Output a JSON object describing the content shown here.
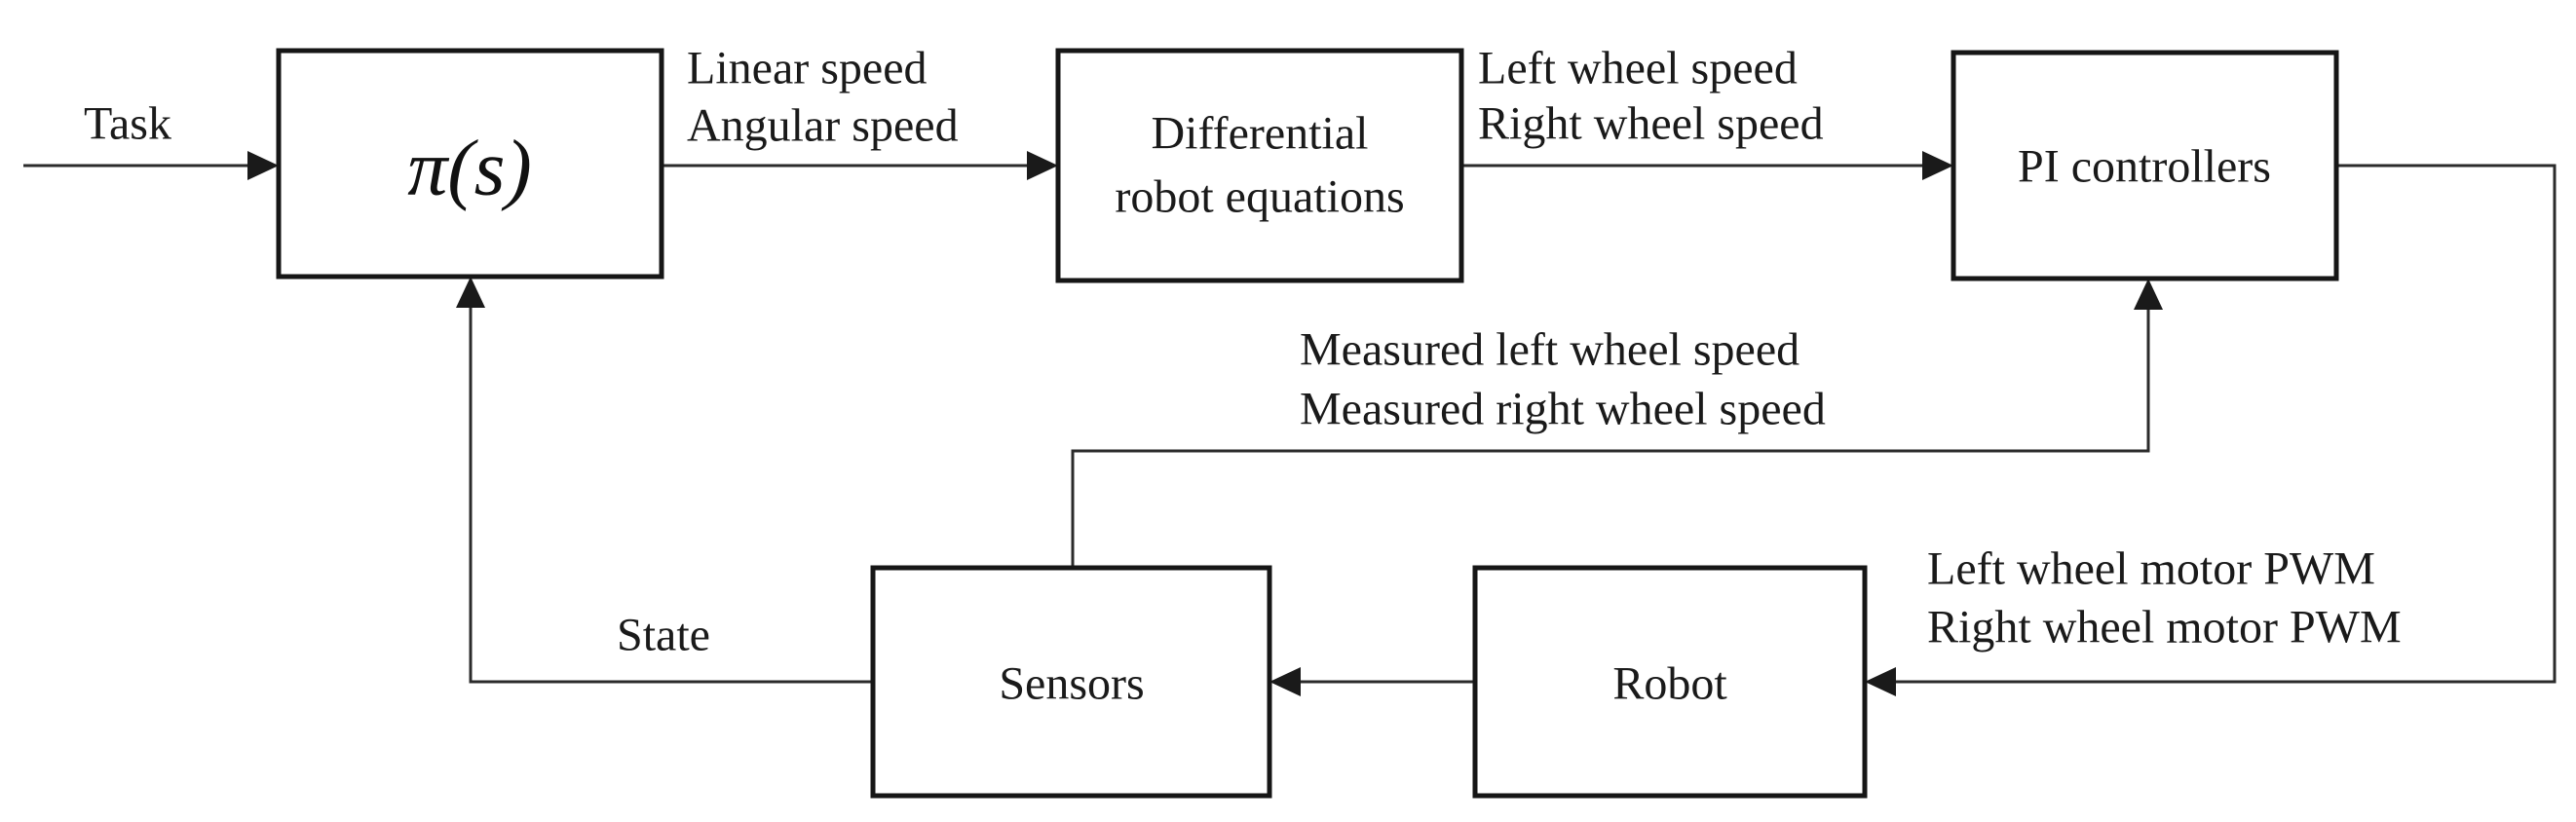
{
  "diagram": {
    "type": "block-diagram",
    "description": "Control loop diagram: policy outputs speeds, converted by differential robot equations to wheel speeds, regulated by PI controllers driving the robot, with sensor feedback of measured wheel speeds and state",
    "blocks": {
      "policy": {
        "label": "π(s)"
      },
      "differential": {
        "line1": "Differential",
        "line2": "robot equations"
      },
      "pi_controllers": {
        "label": "PI controllers"
      },
      "sensors": {
        "label": "Sensors"
      },
      "robot": {
        "label": "Robot"
      }
    },
    "labels": {
      "task": "Task",
      "linear_speed": "Linear speed",
      "angular_speed": "Angular speed",
      "left_wheel_speed": "Left wheel speed",
      "right_wheel_speed": "Right wheel speed",
      "measured_left_wheel_speed": "Measured left wheel speed",
      "measured_right_wheel_speed": "Measured right wheel speed",
      "left_wheel_motor_pwm": "Left wheel motor PWM",
      "right_wheel_motor_pwm": "Right wheel motor PWM",
      "state": "State"
    },
    "colors": {
      "ink": "#1a1a1a",
      "box_border": "#161616",
      "wire": "#2b2b2b",
      "background": "#ffffff"
    }
  }
}
